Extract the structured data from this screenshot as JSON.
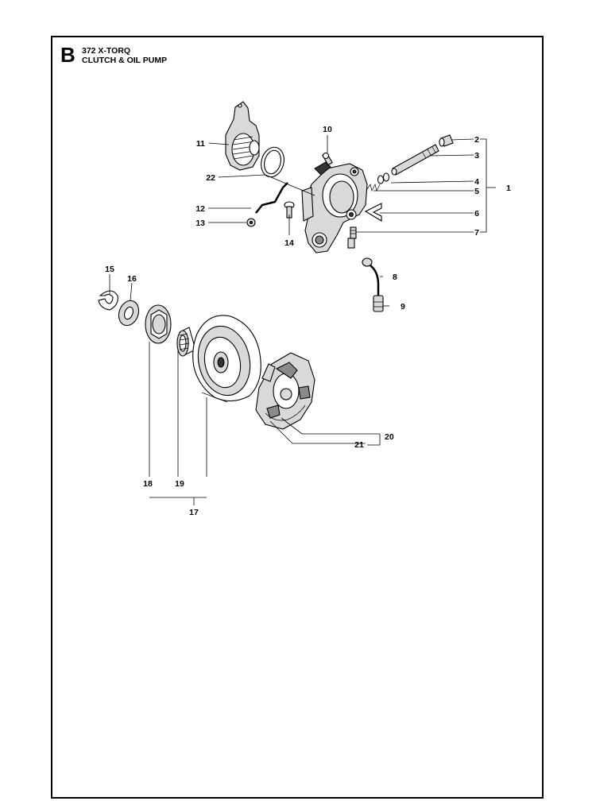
{
  "header": {
    "section_letter": "B",
    "model": "372 X-TORQ",
    "subtitle": "CLUTCH & OIL PUMP"
  },
  "callouts": {
    "c1": "1",
    "c2": "2",
    "c3": "3",
    "c4": "4",
    "c5": "5",
    "c6": "6",
    "c7": "7",
    "c8": "8",
    "c9": "9",
    "c10": "10",
    "c11": "11",
    "c12": "12",
    "c13": "13",
    "c14": "14",
    "c15": "15",
    "c16": "16",
    "c17": "17",
    "c18": "18",
    "c19": "19",
    "c20": "20",
    "c21": "21",
    "c22": "22"
  }
}
